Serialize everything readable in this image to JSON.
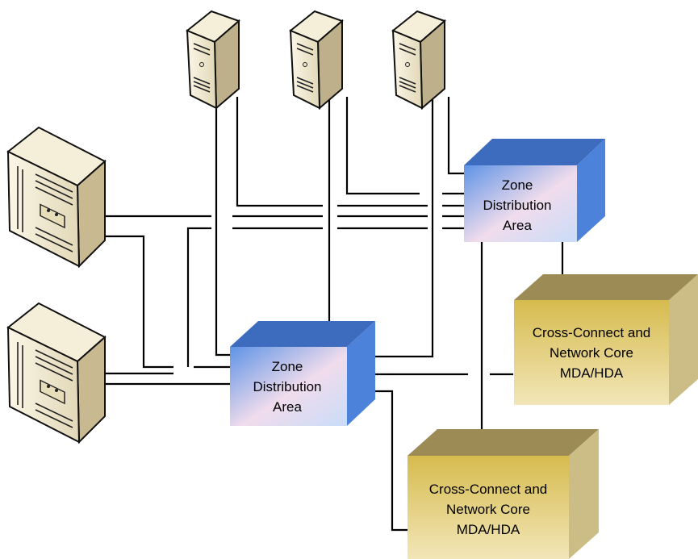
{
  "zone_top": {
    "line1": "Zone",
    "line2": "Distribution",
    "line3": "Area"
  },
  "zone_mid": {
    "line1": "Zone",
    "line2": "Distribution",
    "line3": "Area"
  },
  "core_right": {
    "line1": "Cross-Connect and",
    "line2": "Network Core",
    "line3": "MDA/HDA"
  },
  "core_bottom": {
    "line1": "Cross-Connect and",
    "line2": "Network Core",
    "line3": "MDA/HDA"
  },
  "colors": {
    "zone_front_top": "#6fa0e8",
    "zone_front_bottom": "#f5d9ea",
    "zone_side": "#4a7fd8",
    "zone_top_face": "#3a68b8",
    "core_front_top": "#d9c05a",
    "core_front_bottom": "#f2e6b8",
    "core_side": "#c8b878",
    "core_top_face": "#9c8c55",
    "server_body": "#f3ecd4"
  },
  "icons": [
    "tower-server-icon",
    "rack-server-icon"
  ]
}
